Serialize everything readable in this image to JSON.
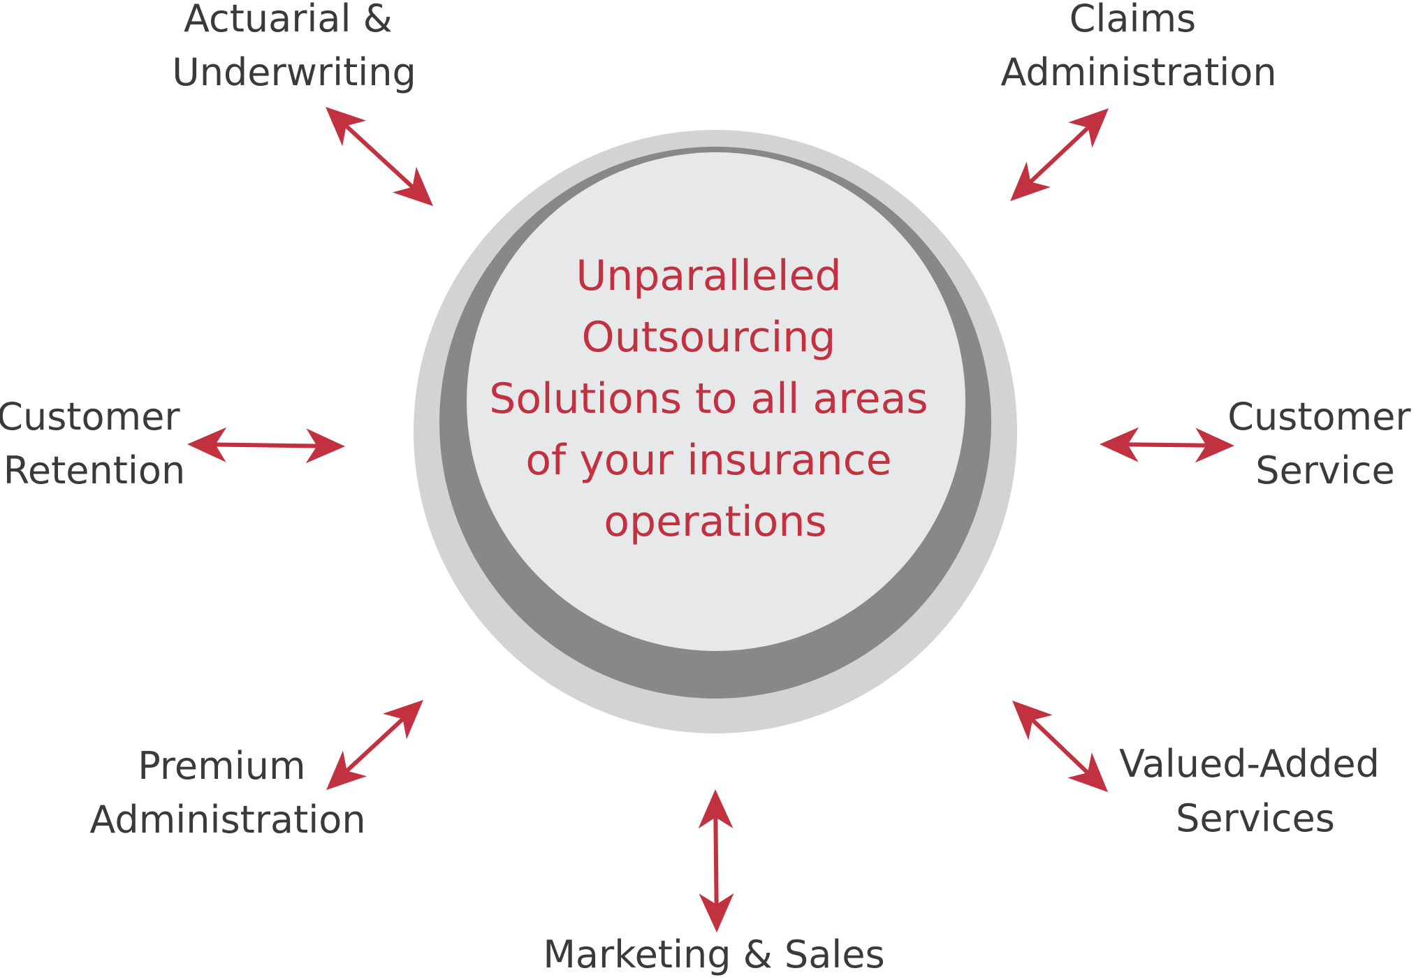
{
  "colors": {
    "accent": "#c1313f",
    "label_text": "#3a3a3c",
    "outer_ring": "#d2d3d5",
    "mid_ring": "#87888a",
    "inner_disc": "#e7e8ea"
  },
  "center": {
    "lines": [
      "Unparalleled",
      "Outsourcing",
      "Solutions to all areas",
      "of your insurance",
      "operations"
    ]
  },
  "nodes": [
    {
      "id": "actuarial-underwriting",
      "lines": [
        "Actuarial &",
        "Underwriting"
      ]
    },
    {
      "id": "claims-administration",
      "lines": [
        "Claims",
        "Administration"
      ]
    },
    {
      "id": "customer-retention",
      "lines": [
        "Customer",
        "Retention"
      ]
    },
    {
      "id": "customer-service",
      "lines": [
        "Customer",
        "Service"
      ]
    },
    {
      "id": "premium-administration",
      "lines": [
        "Premium",
        "Administration"
      ]
    },
    {
      "id": "valued-added-services",
      "lines": [
        "Valued-Added",
        "Services"
      ]
    },
    {
      "id": "marketing-sales",
      "lines": [
        "Marketing & Sales"
      ]
    }
  ]
}
